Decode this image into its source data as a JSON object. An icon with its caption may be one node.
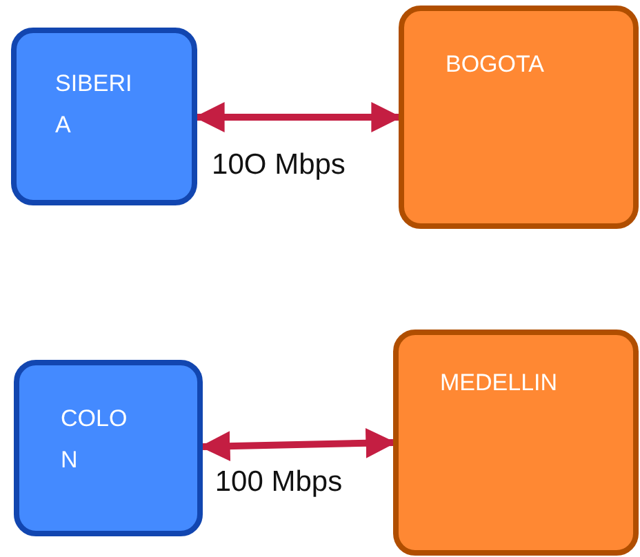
{
  "diagram": {
    "nodes": [
      {
        "text": [
          "SIBERI A"
        ]
      },
      {
        "text": [
          "BOGOTA"
        ]
      },
      {
        "text": [
          "COLO N"
        ]
      },
      {
        "text": [
          "MEDELLIN"
        ]
      }
    ],
    "edges": [
      {
        "from": 0,
        "to": 1,
        "arrow": "both",
        "label": "10O Mbps"
      },
      {
        "from": 2,
        "to": 3,
        "arrow": "both",
        "label": "100 Mbps"
      }
    ]
  }
}
